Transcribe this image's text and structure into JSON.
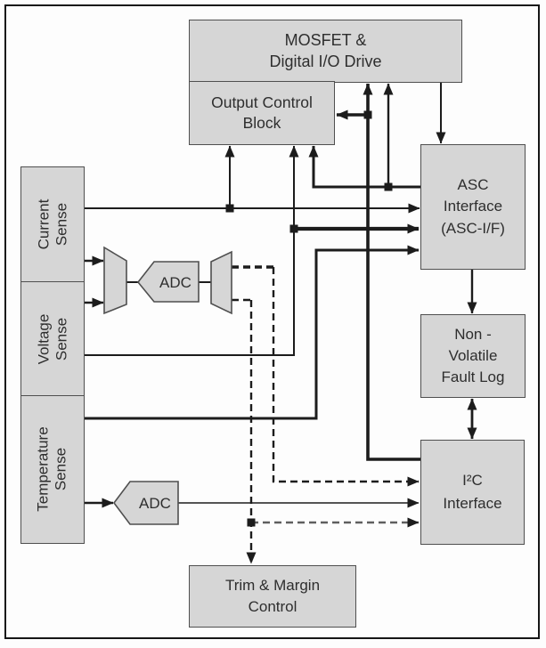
{
  "diagram": {
    "blocks": {
      "mosfet_drive": {
        "line1": "MOSFET &",
        "line2": "Digital I/O Drive"
      },
      "output_control": {
        "line1": "Output Control",
        "line2": "Block"
      },
      "asc_interface": {
        "line1": "ASC",
        "line2": "Interface",
        "line3": "(ASC-I/F)"
      },
      "fault_log": {
        "line1": "Non -",
        "line2": "Volatile",
        "line3": "Fault Log"
      },
      "i2c_interface": {
        "line1": "I²C",
        "line2": "Interface"
      },
      "trim_margin": {
        "line1": "Trim & Margin",
        "line2": "Control"
      },
      "current_sense": {
        "line1": "Current",
        "line2": "Sense"
      },
      "voltage_sense": {
        "line1": "Voltage",
        "line2": "Sense"
      },
      "temperature_sense": {
        "line1": "Temperature",
        "line2": "Sense"
      },
      "adc_main": {
        "label": "ADC"
      },
      "adc_temp": {
        "label": "ADC"
      }
    },
    "colors": {
      "block_fill": "#d6d6d6",
      "block_border": "#4f4f4f",
      "line_color": "#1c1c1c",
      "line_gray": "#5f5f5f",
      "text_color": "#2e2e2e",
      "page_border": "#161616",
      "background": "#fdfdfd"
    }
  }
}
